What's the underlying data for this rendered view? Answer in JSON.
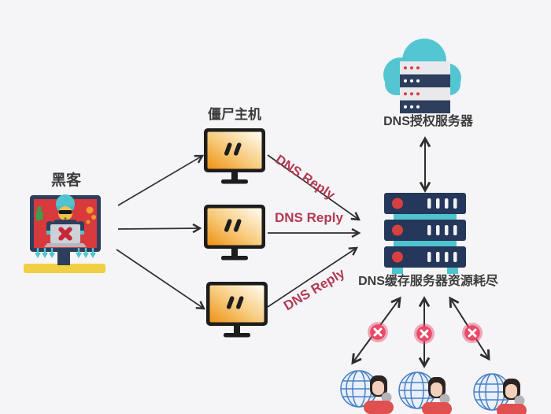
{
  "labels": {
    "hacker": "黑客",
    "zombie_host": "僵尸主机",
    "auth_server": "DNS授权服务器",
    "cache_server_status": "DNS缓存服务器资源耗尽"
  },
  "arrow_labels": {
    "reply_top": "DNS Reply",
    "reply_middle": "DNS Reply",
    "reply_bottom": "DNS Reply"
  },
  "icons": {
    "hacker": "hacker-computer-icon",
    "zombie_host": "zombie-monitor-icon",
    "auth_server": "cloud-server-icon",
    "cache_server": "server-rack-icon",
    "user": "user-globe-icon",
    "blocked": "x-badge-icon"
  },
  "colors": {
    "background": "#f5f5f7",
    "arrow_color": "#2e2e2e",
    "label_text": "#3b3b3b",
    "dns_reply": "#b23a52",
    "monitor_frame": "#1d1d1d",
    "monitor_orange": "#ef951d",
    "cloud_teal": "#54c6d2",
    "server_navy": "#2e3f5e",
    "server_light": "#e9e9ed",
    "cache_navy": "#25375a",
    "teal_accent": "#4fc3ce",
    "alert_pink": "#e84a67",
    "hacker_red": "#d8393c",
    "base_yellow": "#f0d042",
    "globe_blue": "#4a80c4",
    "user_red": "#e0504f",
    "dot_red": "#d84040"
  }
}
